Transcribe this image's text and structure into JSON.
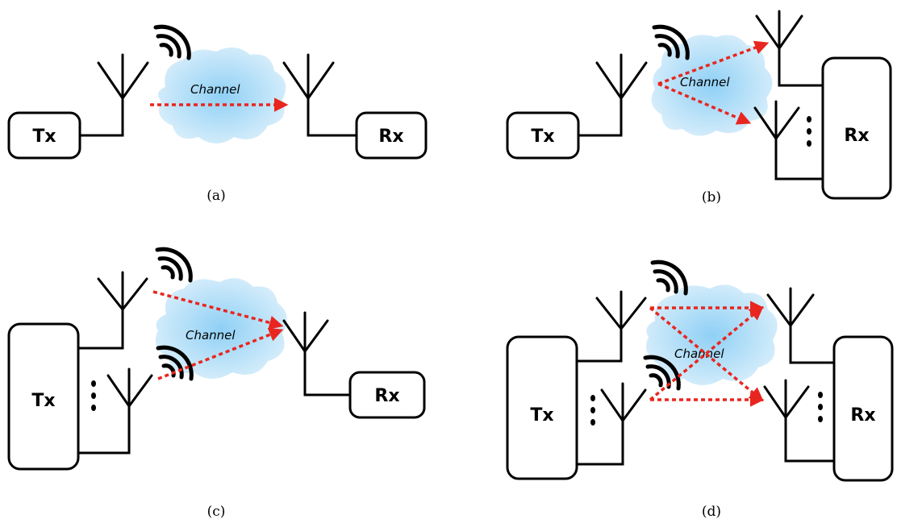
{
  "labels": {
    "tx": "Tx",
    "rx": "Rx",
    "channel": "Channel"
  },
  "captions": {
    "a": "(a)",
    "b": "(b)",
    "c": "(c)",
    "d": "(d)"
  },
  "colors": {
    "arrow": "#e8261f",
    "channel_cloud": "#bfe3f7",
    "lines": "#000000"
  }
}
